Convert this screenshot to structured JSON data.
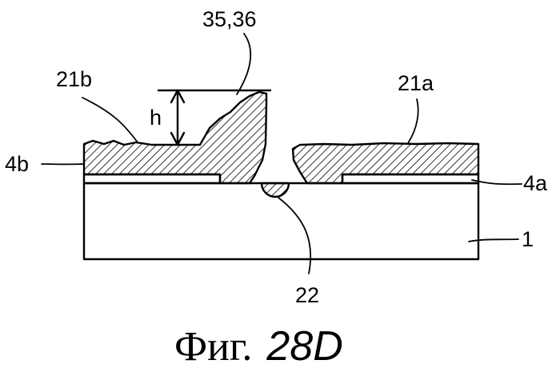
{
  "figure": {
    "labels": {
      "ref_35_36": "35,36",
      "ref_21b": "21b",
      "ref_21a": "21a",
      "ref_h": "h",
      "ref_4b": "4b",
      "ref_4a": "4a",
      "ref_1": "1",
      "ref_22": "22"
    },
    "caption": {
      "word": "Фиг.",
      "number": "28D"
    },
    "colors": {
      "ink": "#000000",
      "background": "#ffffff"
    }
  }
}
